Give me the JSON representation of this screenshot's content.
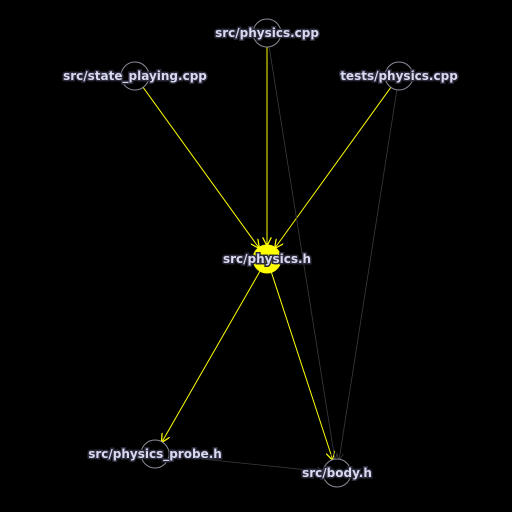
{
  "graph": {
    "nodes": [
      {
        "id": "physics_cpp",
        "label": "src/physics.cpp",
        "highlighted": false
      },
      {
        "id": "state_playing_cpp",
        "label": "src/state_playing.cpp",
        "highlighted": false
      },
      {
        "id": "tests_physics_cpp",
        "label": "tests/physics.cpp",
        "highlighted": false
      },
      {
        "id": "physics_h",
        "label": "src/physics.h",
        "highlighted": true
      },
      {
        "id": "physics_probe_h",
        "label": "src/physics_probe.h",
        "highlighted": false
      },
      {
        "id": "body_h",
        "label": "src/body.h",
        "highlighted": false
      }
    ],
    "edges": [
      {
        "from": "physics_cpp",
        "to": "physics_h",
        "highlighted": true
      },
      {
        "from": "state_playing_cpp",
        "to": "physics_h",
        "highlighted": true
      },
      {
        "from": "tests_physics_cpp",
        "to": "physics_h",
        "highlighted": true
      },
      {
        "from": "physics_h",
        "to": "physics_probe_h",
        "highlighted": true
      },
      {
        "from": "physics_h",
        "to": "body_h",
        "highlighted": true
      },
      {
        "from": "physics_cpp",
        "to": "body_h",
        "highlighted": false
      },
      {
        "from": "tests_physics_cpp",
        "to": "body_h",
        "highlighted": false
      },
      {
        "from": "physics_probe_h",
        "to": "body_h",
        "highlighted": false
      }
    ]
  },
  "colors": {
    "background": "#000000",
    "highlight": "#ffff00",
    "edge_dim": "#3a3a3a",
    "node_stroke": "#8a8a96",
    "label_text": "#d8d8f0"
  }
}
